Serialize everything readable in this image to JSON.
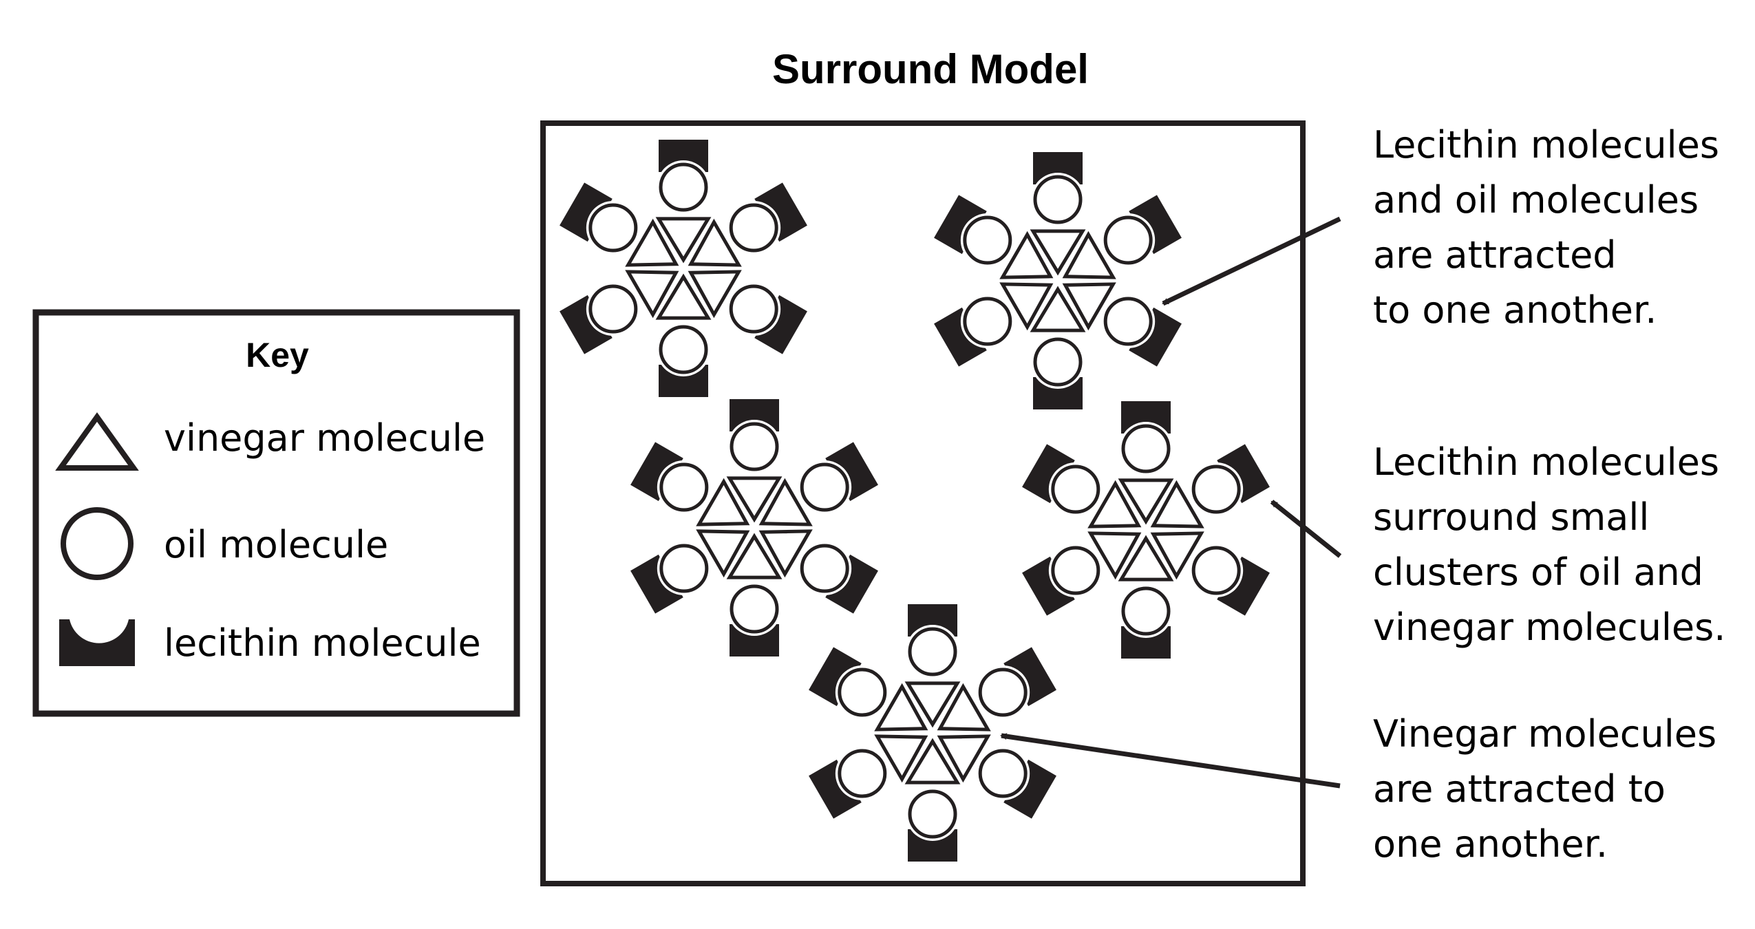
{
  "title": "Surround Model",
  "key": {
    "heading": "Key",
    "items": [
      {
        "icon": "triangle-icon",
        "label": "vinegar molecule"
      },
      {
        "icon": "circle-icon",
        "label": "oil molecule"
      },
      {
        "icon": "lecithin-icon",
        "label": "lecithin molecule"
      }
    ]
  },
  "model": {
    "cluster_count": 5,
    "cluster_composition": {
      "vinegar_molecules": 6,
      "oil_molecules": 6,
      "lecithin_molecules": 6
    }
  },
  "annotations": [
    {
      "lines": [
        "Lecithin molecules",
        "and oil molecules",
        "are attracted",
        "to one another."
      ],
      "points_to": "oil molecule and lecithin molecule in upper-right cluster"
    },
    {
      "lines": [
        "Lecithin molecules",
        "surround small",
        "clusters of oil and",
        "vinegar molecules."
      ],
      "points_to": "lecithin molecule on right-middle cluster"
    },
    {
      "lines": [
        "Vinegar molecules",
        "are attracted to",
        "one another."
      ],
      "points_to": "vinegar molecules at center of bottom cluster"
    }
  ],
  "colors": {
    "ink": "#231f20",
    "background": "#ffffff"
  }
}
